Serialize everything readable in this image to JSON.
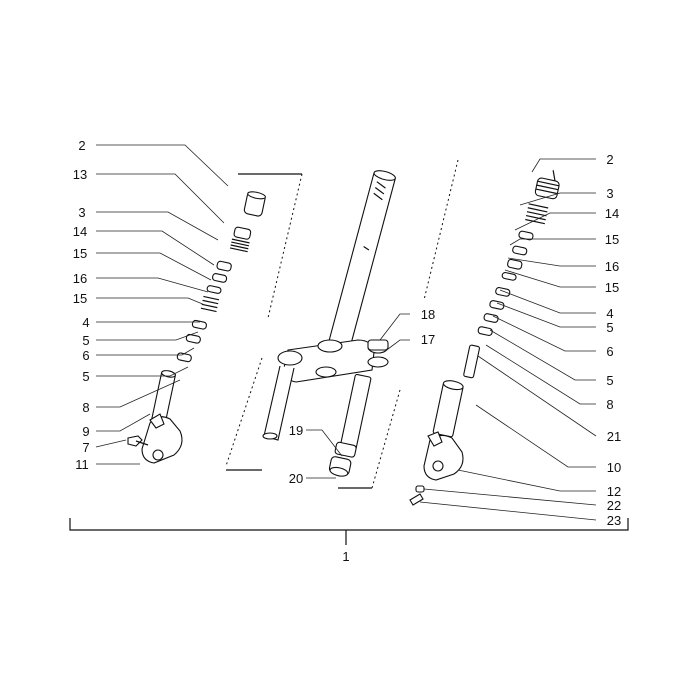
{
  "labels": {
    "l2a": "2",
    "l13": "13",
    "l3a": "3",
    "l14a": "14",
    "l15a": "15",
    "l16a": "16",
    "l15b": "15",
    "l4a": "4",
    "l5a": "5",
    "l6a": "6",
    "l5b": "5",
    "l8a": "8",
    "l9": "9",
    "l7": "7",
    "l11": "11",
    "l18": "18",
    "l17": "17",
    "l19": "19",
    "l20": "20",
    "l2b": "2",
    "l3b": "3",
    "l14b": "14",
    "l15c": "15",
    "l16b": "16",
    "l15d": "15",
    "l4b": "4",
    "l5c": "5",
    "l6b": "6",
    "l5d": "5",
    "l8b": "8",
    "l21": "21",
    "l10": "10",
    "l12": "12",
    "l22": "22",
    "l23": "23",
    "l1": "1"
  }
}
